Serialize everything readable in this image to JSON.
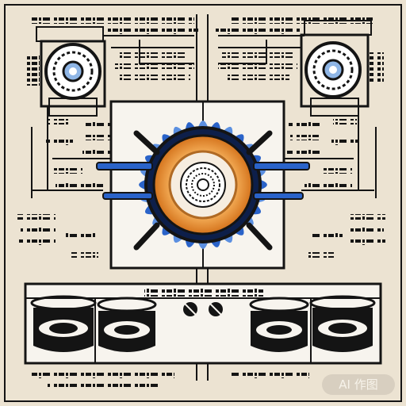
{
  "watermark": {
    "text": "AI 作图"
  },
  "colors": {
    "paper": "#ece3d2",
    "ink": "#141414",
    "flame_blue": "#2a63c9",
    "ring_orange": "#e48a2a",
    "panel_white": "#f7f4ee"
  },
  "icons": {
    "burner_core": "concentric-circle-maze",
    "side_gears": "gear-dials",
    "bottom_units": "pots-on-grates"
  }
}
